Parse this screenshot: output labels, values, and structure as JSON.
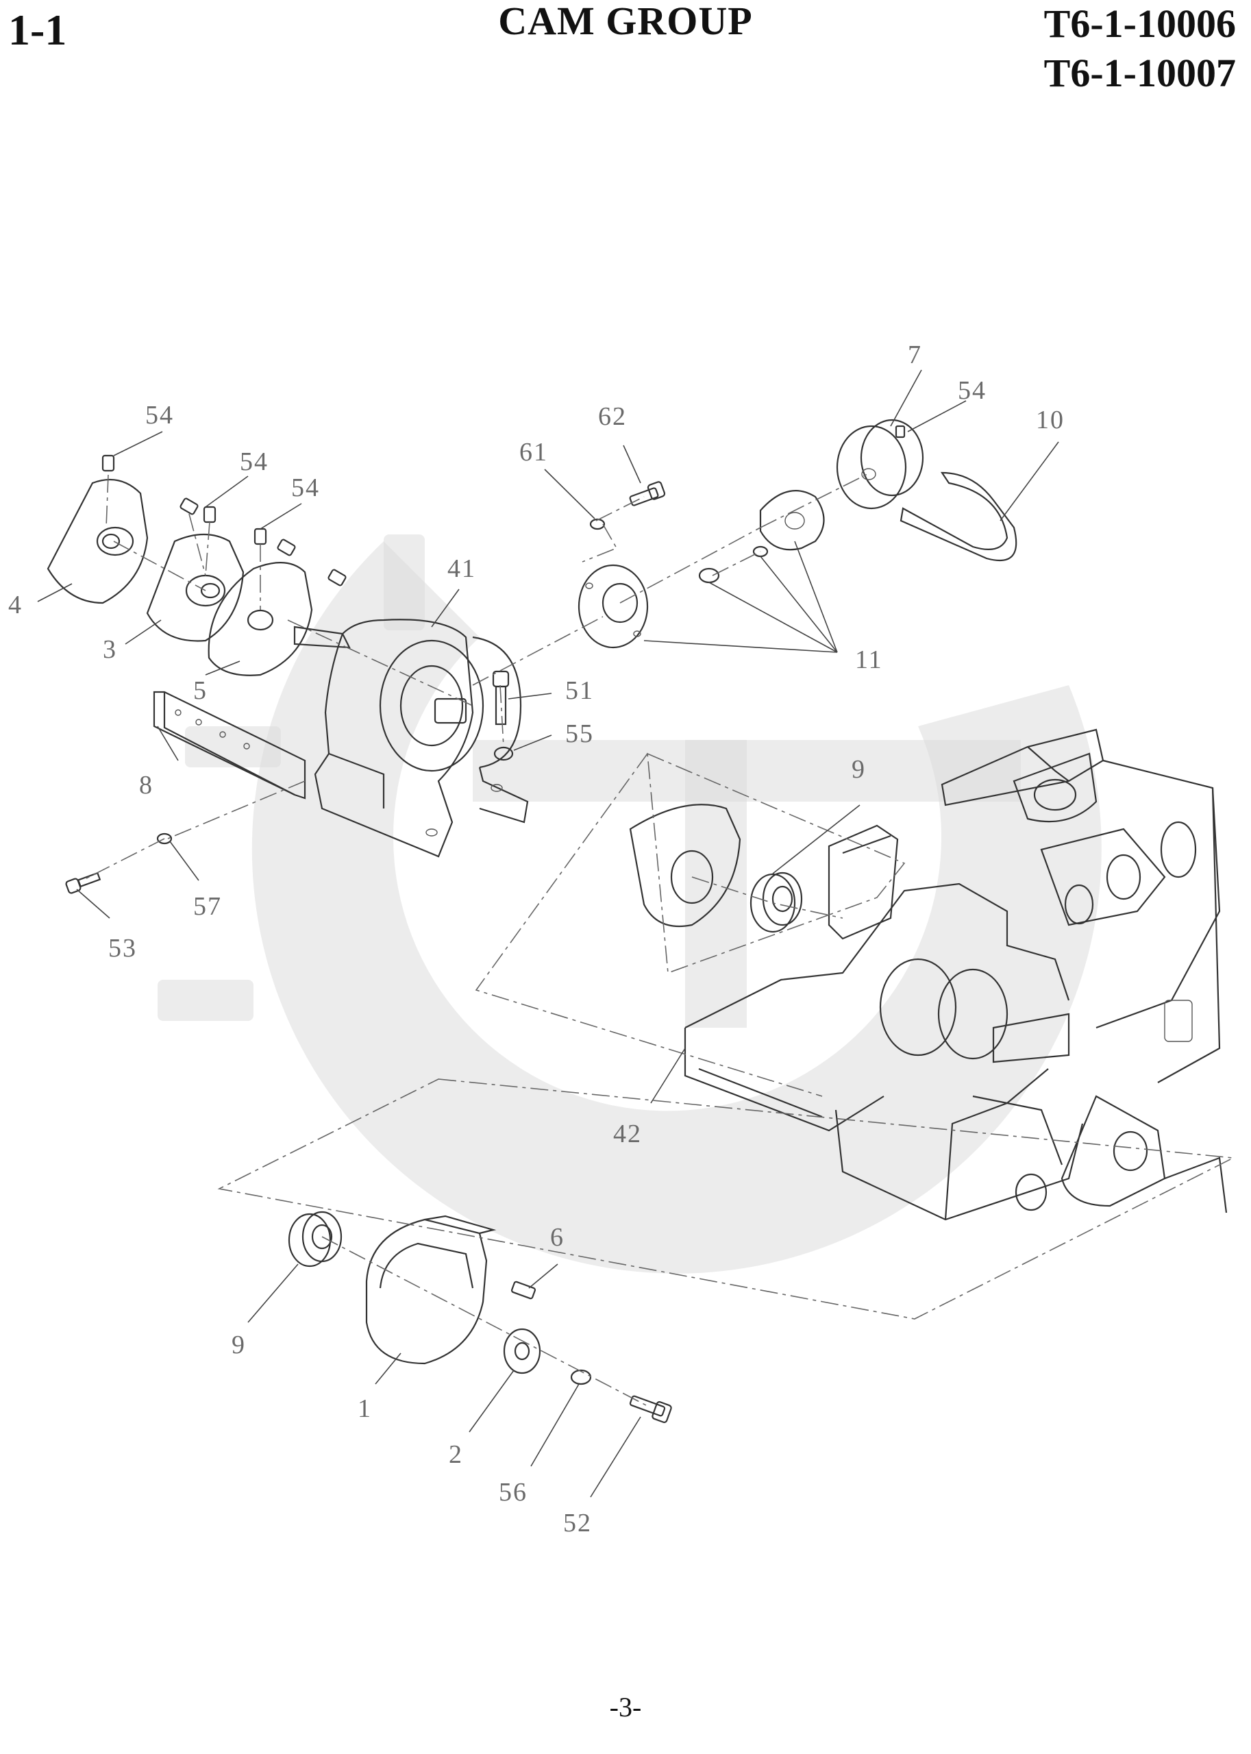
{
  "header": {
    "section_number": "1-1",
    "title": "CAM GROUP",
    "part_codes": [
      "T6-1-10006",
      "T6-1-10007"
    ]
  },
  "footer": {
    "page_number": "-3-"
  },
  "callouts": [
    "54",
    "54",
    "54",
    "62",
    "61",
    "7",
    "54",
    "10",
    "41",
    "4",
    "3",
    "5",
    "11",
    "51",
    "55",
    "8",
    "9",
    "57",
    "53",
    "42",
    "6",
    "9",
    "1",
    "2",
    "56",
    "52"
  ]
}
